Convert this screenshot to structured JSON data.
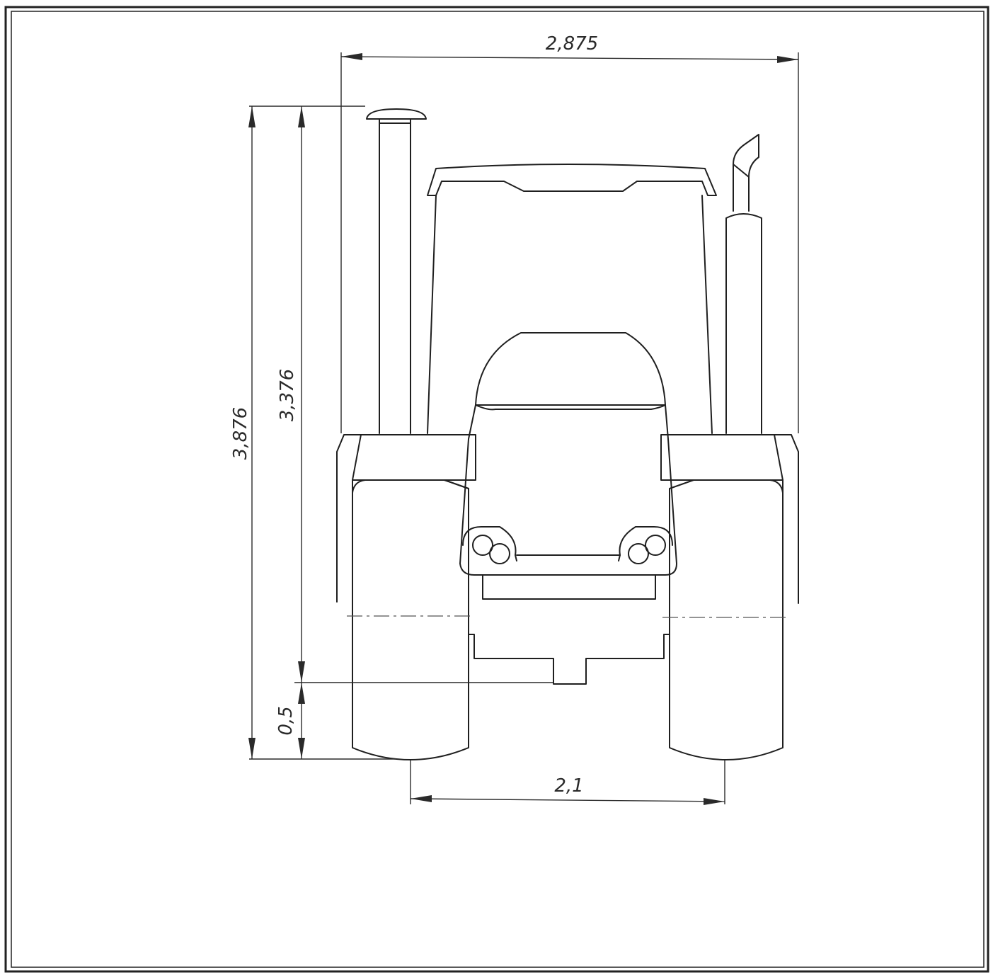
{
  "dimensions": {
    "overall_width": "2,875",
    "total_height": "3,876",
    "body_height": "3,376",
    "ground_clearance": "0,5",
    "track_width": "2,1"
  },
  "colors": {
    "line": "#1f1f1f",
    "paper": "#ffffff"
  }
}
